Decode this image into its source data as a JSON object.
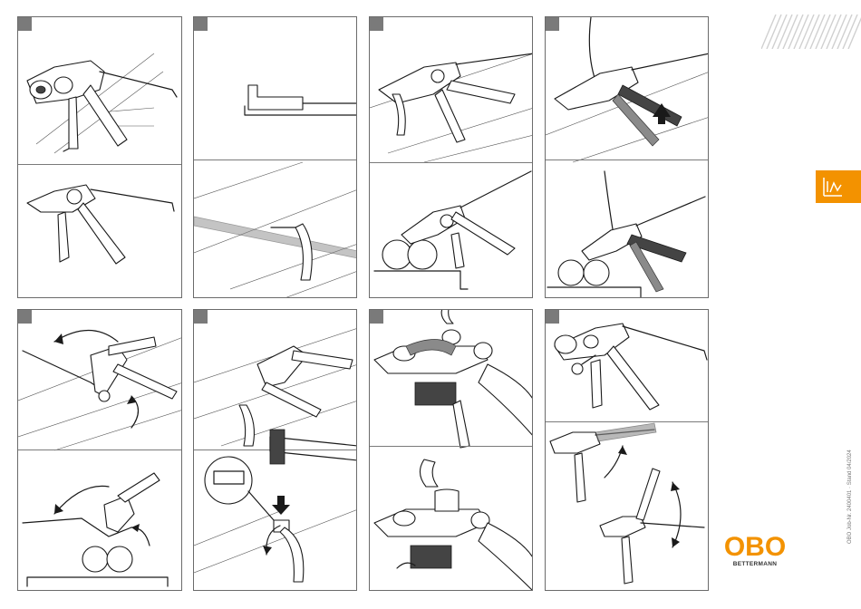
{
  "page": {
    "document_footer": "OBO Job-Nr. 2400401 · Stand 04/2024"
  },
  "brand": {
    "logo_text": "OBO",
    "tagline": "BETTERMANN",
    "accent_color": "#f39200",
    "tab_icon": "cable-tray-icon"
  },
  "steps": [
    {
      "illustration": "tensioning-tool-overview"
    },
    {
      "illustration": "band-end-fold-and-tray"
    },
    {
      "illustration": "tool-on-cable-tray"
    },
    {
      "illustration": "tensioning-handle-pump"
    },
    {
      "illustration": "tool-rotate-to-cut"
    },
    {
      "illustration": "clip-hammer-closure"
    },
    {
      "illustration": "buckle-closeup"
    },
    {
      "illustration": "handle-reset"
    }
  ]
}
